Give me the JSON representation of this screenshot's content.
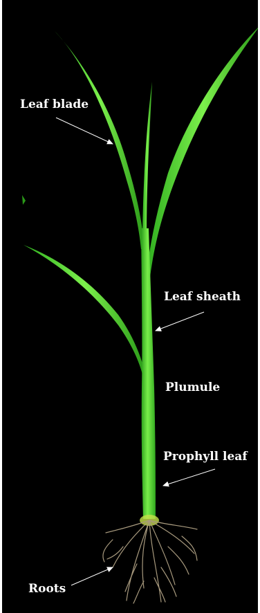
{
  "labels": {
    "leaf_blade": "Leaf blade",
    "leaf_sheath": "Leaf sheath",
    "plumule": "Plumule",
    "prophyll_leaf": "Prophyll leaf",
    "roots": "Roots"
  },
  "colors": {
    "background": "#000000",
    "leaf_bright": "#5fe83a",
    "leaf_dark": "#2a9a18",
    "root": "#a89a7e",
    "label_text": "#ffffff",
    "arrow": "#ffffff"
  }
}
